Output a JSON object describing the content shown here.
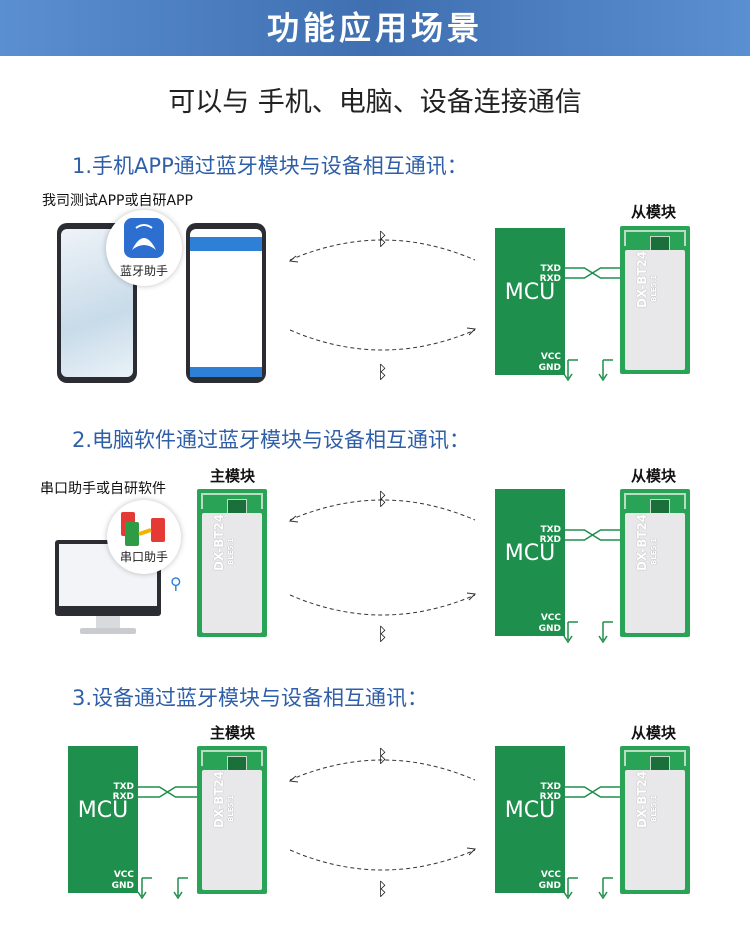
{
  "header": {
    "title": "功能应用场景"
  },
  "subtitle": "可以与 手机、电脑、设备连接通信",
  "sections": [
    {
      "title": "1.手机APP通过蓝牙模块与设备相互通讯：",
      "left_label": "我司测试APP或自研APP",
      "right_label": "从模块",
      "bubble_label": "蓝牙助手"
    },
    {
      "title": "2.电脑软件通过蓝牙模块与设备相互通讯：",
      "left_label": "串口助手或自研软件",
      "module_label": "主模块",
      "right_label": "从模块",
      "bubble_label": "串口助手"
    },
    {
      "title": "3.设备通过蓝牙模块与设备相互通讯：",
      "module_label": "主模块",
      "right_label": "从模块"
    }
  ],
  "mcu": {
    "name": "MCU",
    "txd": "TXD",
    "rxd": "RXD",
    "vcc": "VCC",
    "gnd": "GND"
  },
  "module": {
    "model": "DX-BT24",
    "version": "BLE5.1"
  },
  "icons": {
    "link": "bluetooth-icon"
  },
  "colors": {
    "header": "#4a7fc4",
    "accent": "#2f5fa8",
    "mcu": "#1e8f4c",
    "module": "#29a356",
    "ground": "#1e8f4c"
  }
}
